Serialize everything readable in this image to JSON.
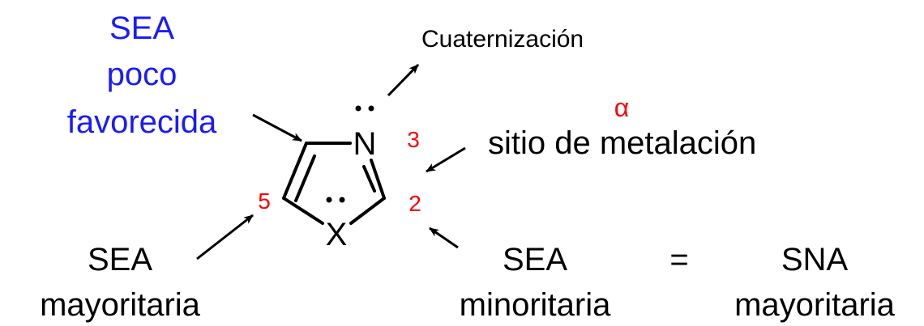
{
  "colors": {
    "black": "#000000",
    "blue": "#1a1aff",
    "red": "#ff0000"
  },
  "labels": {
    "sea_poco_1": "SEA",
    "sea_poco_2": "poco",
    "sea_poco_3": "favorecida",
    "cuaternizacion": "Cuaternización",
    "alpha": "α",
    "metalacion": "sitio de metalación",
    "sea_may_1": "SEA",
    "sea_may_2": "mayoritaria",
    "sea_min_1": "SEA",
    "sea_min_2": "minoritaria",
    "equals": "=",
    "sna_1": "SNA",
    "sna_2": "mayoritaria"
  },
  "molecule": {
    "atom_n": "N",
    "atom_x": "X",
    "pos_3": "3",
    "pos_2": "2",
    "pos_5": "5"
  }
}
